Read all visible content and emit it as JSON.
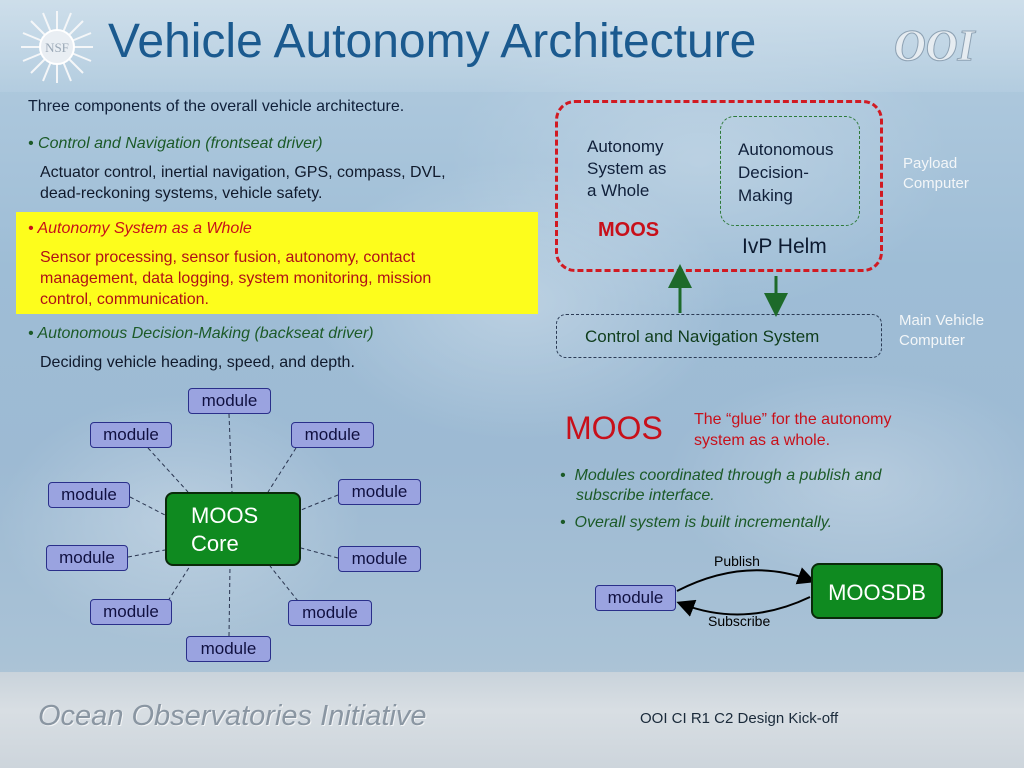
{
  "slide": {
    "title": "Vehicle Autonomy Architecture",
    "intro": "Three components of the overall vehicle architecture.",
    "bullets": [
      {
        "head": "Control and Navigation (frontseat driver)",
        "body": [
          "Actuator control, inertial navigation, GPS, compass, DVL,",
          "dead-reckoning systems, vehicle safety."
        ]
      },
      {
        "head": "Autonomy System as a Whole",
        "body": [
          "Sensor processing, sensor fusion, autonomy, contact",
          "management, data logging, system monitoring, mission",
          "control, communication."
        ]
      },
      {
        "head": "Autonomous Decision-Making (backseat driver)",
        "body": [
          "Deciding vehicle heading, speed, and depth."
        ]
      }
    ]
  },
  "architecture": {
    "autonomy_label": [
      "Autonomy",
      "System as",
      "a Whole"
    ],
    "moos_label": "MOOS",
    "decision_label": [
      "Autonomous",
      "Decision-",
      "Making"
    ],
    "ivp_label": "IvP Helm",
    "payload_label": [
      "Payload",
      "Computer"
    ],
    "cns_label": "Control and Navigation System",
    "main_label": [
      "Main Vehicle",
      "Computer"
    ]
  },
  "moos_section": {
    "heading": "MOOS",
    "glue": [
      "The “glue” for the autonomy",
      "system as a whole."
    ],
    "bullets": [
      [
        "Modules coordinated through a publish and",
        "subscribe interface."
      ],
      [
        "Overall system is built incrementally."
      ]
    ],
    "publish": "Publish",
    "subscribe": "Subscribe",
    "module": "module",
    "moosdb": "MOOSDB"
  },
  "hub": {
    "core": [
      "MOOS",
      "Core"
    ],
    "modules": [
      "module",
      "module",
      "module",
      "module",
      "module",
      "module",
      "module",
      "module",
      "module",
      "module"
    ]
  },
  "footer": {
    "brand": "Ocean Observatories Initiative",
    "meeting": "OOI CI R1 C2 Design Kick-off"
  },
  "logos": {
    "nsf": "NSF",
    "ooi": "OOI"
  },
  "colors": {
    "title": "#1b5a8f",
    "accent_red": "#d11a22",
    "green": "#0f8a20",
    "highlight": "#fdfd1c",
    "module_fill": "#9aa3e0"
  }
}
